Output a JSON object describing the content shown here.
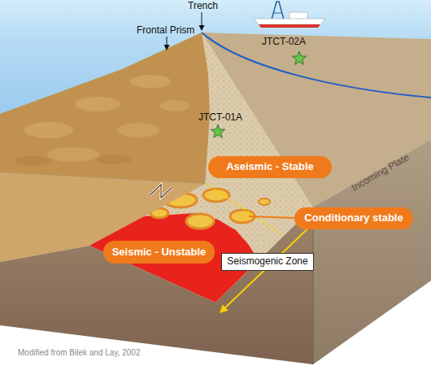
{
  "diagram": {
    "caption": "Modified from Bilek and Lay, 2002",
    "nodes": [
      {
        "text": [
          "Aseismic - Stable"
        ]
      },
      {
        "text": [
          "Conditionary stable"
        ]
      },
      {
        "text": [
          "Seismic - Unstable"
        ]
      },
      {
        "text": [
          "Seismogenic Zone"
        ]
      }
    ],
    "labels": [
      "Trench",
      "Frontal Prism",
      "JTCT-02A",
      "JTCT-01A",
      "Incoming Plate"
    ]
  }
}
